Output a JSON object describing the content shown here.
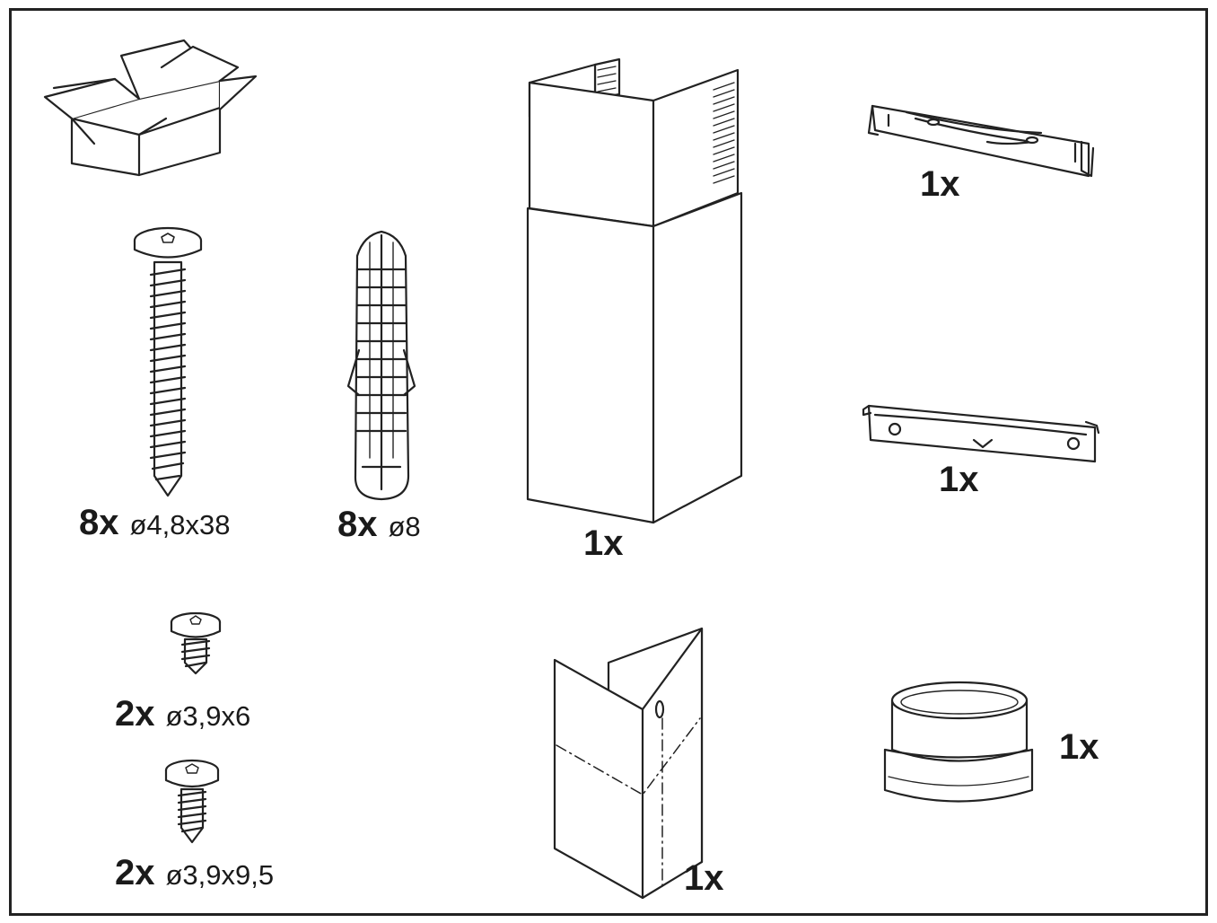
{
  "parts": {
    "wall_screw": {
      "qty": "8x",
      "size": "ø4,8x38"
    },
    "wall_plug": {
      "qty": "8x",
      "size": "ø8"
    },
    "chimney": {
      "qty": "1x"
    },
    "upper_bracket": {
      "qty": "1x"
    },
    "lower_bracket": {
      "qty": "1x"
    },
    "small_screw": {
      "qty": "2x",
      "size": "ø3,9x6"
    },
    "medium_screw": {
      "qty": "2x",
      "size": "ø3,9x9,5"
    },
    "corner_plate": {
      "qty": "1x"
    },
    "duct_adapter": {
      "qty": "1x"
    }
  },
  "colors": {
    "line": "#222222",
    "frame": "#222222",
    "text": "#1a1a1a"
  }
}
